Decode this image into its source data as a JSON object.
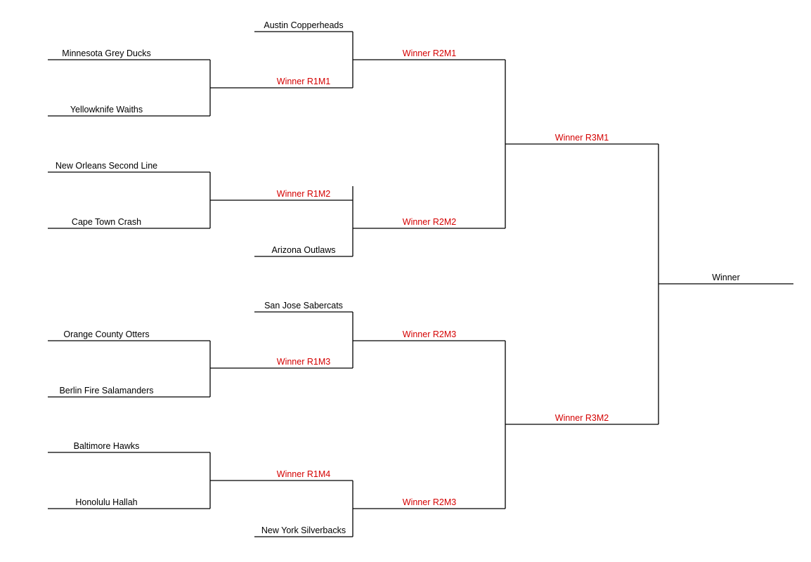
{
  "colors": {
    "team": "#000000",
    "placeholder": "#d40000",
    "line": "#000000"
  },
  "round1": [
    "Minnesota Grey Ducks",
    "Yellowknife Waiths",
    "New Orleans Second Line",
    "Cape Town Crash",
    "Orange County Otters",
    "Berlin Fire Salamanders",
    "Baltimore Hawks",
    "Honolulu Hallah"
  ],
  "round2": [
    "Austin Copperheads",
    "Winner R1M1",
    "Winner R1M2",
    "Arizona Outlaws",
    "San Jose Sabercats",
    "Winner R1M3",
    "Winner R1M4",
    "New York Silverbacks"
  ],
  "round3": [
    "Winner R2M1",
    "Winner R2M2",
    "Winner R2M3",
    "Winner R2M3"
  ],
  "round4": [
    "Winner R3M1",
    "Winner R3M2"
  ],
  "final": "Winner"
}
